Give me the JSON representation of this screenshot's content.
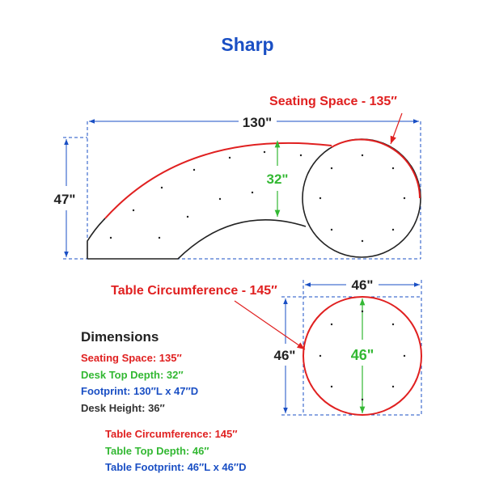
{
  "title": "Sharp",
  "labels": {
    "width": "130\"",
    "depth": "47\"",
    "desk_depth": "32\"",
    "seating": "Seating Space - 135″",
    "table_circ": "Table Circumference - 145″",
    "table_width": "46\"",
    "table_height": "46\"",
    "table_depth": "46\""
  },
  "dimensions": {
    "heading": "Dimensions",
    "seating_space": "Seating Space: 135″",
    "desk_top_depth": "Desk Top Depth: 32″",
    "footprint": "Footprint: 130″L x 47″D",
    "desk_height": "Desk Height: 36″",
    "table_circumference": "Table Circumference: 145″",
    "table_top_depth": "Table Top Depth: 46″",
    "table_footprint": "Table Footprint: 46″L x 46″D"
  },
  "colors": {
    "blue": "#1a4fc4",
    "red": "#e02020",
    "green": "#33b833",
    "dark": "#222222"
  }
}
